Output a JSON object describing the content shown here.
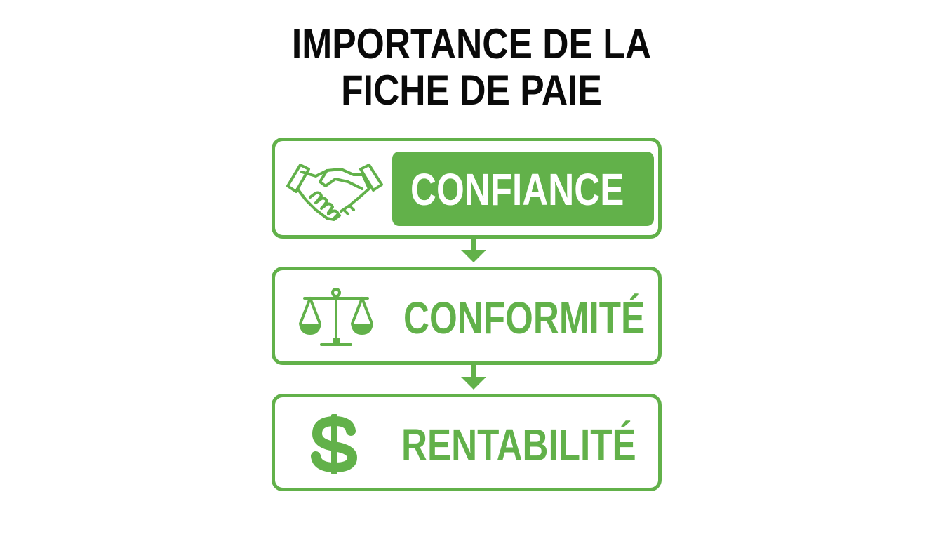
{
  "title": {
    "line1": "IMPORTANCE DE LA",
    "line2": "FICHE DE PAIE"
  },
  "colors": {
    "accent": "#62b14a",
    "title": "#0a0a0a",
    "background": "#ffffff"
  },
  "steps": [
    {
      "label": "CONFIANCE",
      "icon": "handshake-icon",
      "highlighted": true
    },
    {
      "label": "CONFORMITÉ",
      "icon": "scale-icon",
      "highlighted": false
    },
    {
      "label": "RENTABILITÉ",
      "icon": "dollar-icon",
      "highlighted": false
    }
  ]
}
